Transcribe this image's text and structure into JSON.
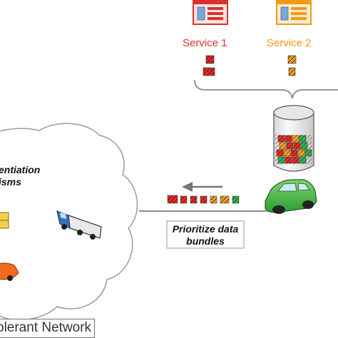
{
  "services": [
    {
      "label": "Service 1",
      "color": "#d9332b",
      "icon": "service-window-icon"
    },
    {
      "label": "Service 2",
      "color": "#f29a16",
      "icon": "service-window-icon"
    }
  ],
  "cloud": {
    "caption": "entiation\nisms",
    "vehicles": [
      "truck-icon",
      "car-icon",
      "package-icon"
    ]
  },
  "network_label": "olerant Network",
  "prioritize_label": "Prioritize data bundles",
  "bundle_colors": {
    "service1": "#e8281f",
    "service2": "#f5a11f",
    "other": "#33b24a"
  },
  "storage_icon": "database-cylinder-icon",
  "vehicle_icon": "green-car-icon",
  "arrow_icon": "left-arrow-icon"
}
